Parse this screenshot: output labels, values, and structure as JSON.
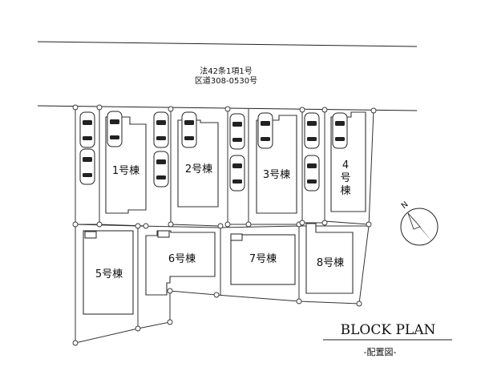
{
  "road": {
    "label_line1": "法42条1項1号",
    "label_line2": "区道308-0530号"
  },
  "buildings": [
    {
      "id": "b1",
      "label": "1号棟"
    },
    {
      "id": "b2",
      "label": "2号棟"
    },
    {
      "id": "b3",
      "label": "3号棟"
    },
    {
      "id": "b4",
      "label_lines": [
        "4",
        "号",
        "棟"
      ]
    },
    {
      "id": "b5",
      "label": "5号棟"
    },
    {
      "id": "b6",
      "label": "6号棟"
    },
    {
      "id": "b7",
      "label": "7号棟"
    },
    {
      "id": "b8",
      "label": "8号棟"
    }
  ],
  "compass": {
    "north_label": "N"
  },
  "legend": {
    "title": "BLOCK PLAN",
    "subtitle": "-配置図-"
  },
  "colors": {
    "ink": "#222222",
    "background": "#ffffff"
  }
}
